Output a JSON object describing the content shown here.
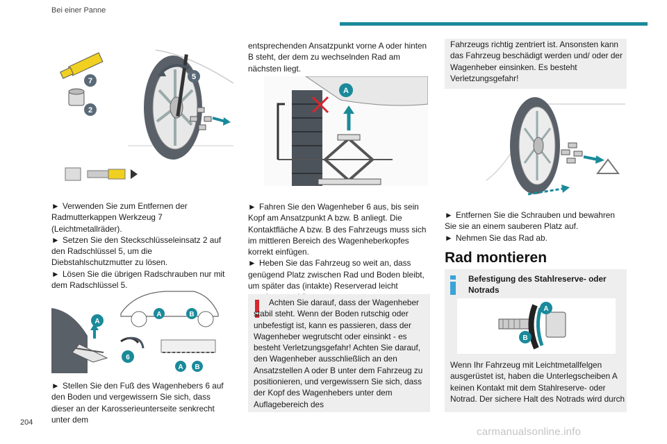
{
  "header": {
    "section_title": "Bei einer Panne",
    "accent_color": "#1a8a9a"
  },
  "page_number": "204",
  "watermark": "carmanualsonline.info",
  "col1": {
    "fig1_callouts": [
      "7",
      "2",
      "5"
    ],
    "paragraphs": [
      "Verwenden Sie zum Entfernen der Radmutterkappen Werkzeug 7 (Leichtmetallräder).",
      "Setzen Sie den Steckschlüsseleinsatz 2 auf den Radschlüssel 5, um die Diebstahlschutzmutter zu lösen.",
      "Lösen Sie die übrigen Radschrauben nur mit dem Radschlüssel 5."
    ],
    "fig2_callouts": [
      "A",
      "B",
      "A",
      "6",
      "A",
      "B"
    ],
    "bottom_paragraph": "Stellen Sie den Fuß des Wagenhebers 6 auf den Boden und vergewissern Sie sich, dass dieser an der Karosserieunterseite senkrecht unter dem"
  },
  "col2": {
    "top_text": "entsprechenden Ansatzpunkt vorne A oder hinten B steht, der dem zu wechselnden Rad am nächsten liegt.",
    "fig_callout": "A",
    "paragraphs": [
      "Fahren Sie den Wagenheber 6 aus, bis sein Kopf am Ansatzpunkt A bzw. B anliegt. Die Kontaktfläche A bzw. B des Fahrzeugs muss sich im mittleren Bereich des Wagenheberkopfes korrekt einfügen.",
      "Heben Sie das Fahrzeug so weit an, dass genügend Platz zwischen Rad und Boden bleibt, um später das (intakte) Reserverad leicht montieren zu können."
    ],
    "warning": "Achten Sie darauf, dass der Wagenheber stabil steht. Wenn der Boden rutschig oder unbefestigt ist, kann es passieren, dass der Wagenheber wegrutscht oder einsinkt - es besteht Verletzungsgefahr! Achten Sie darauf, den Wagenheber ausschließlich an den Ansatzstellen A oder B unter dem Fahrzeug zu positionieren, und vergewissern Sie sich, dass der Kopf des Wagenhebers unter dem Auflagebereich des",
    "warning_color": "#d8262e"
  },
  "col3": {
    "top_text": "Fahrzeugs richtig zentriert ist. Ansonsten kann das Fahrzeug beschädigt werden und/ oder der Wagenheber einsinken. Es besteht Verletzungsgefahr!",
    "paragraphs": [
      "Entfernen Sie die Schrauben und bewahren Sie sie an einem sauberen Platz auf.",
      "Nehmen Sie das Rad ab."
    ],
    "heading": "Rad montieren",
    "info_title": "Befestigung des Stahlreserve- oder Notrads",
    "info_callouts": [
      "A",
      "B"
    ],
    "info_body": "Wenn Ihr Fahrzeug mit Leichtmetallfelgen ausgerüstet ist, haben die Unterlegscheiben A keinen Kontakt mit dem Stahlreserve- oder Notrad. Der sichere Halt des Notrads wird durch",
    "info_color": "#3aa3d8"
  }
}
